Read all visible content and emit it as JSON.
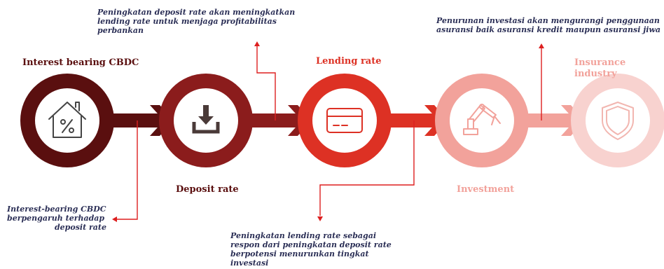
{
  "stages": [
    {
      "id": "cbdc",
      "label": "Interest bearing  CBDC",
      "icon": "house-percent-icon",
      "color": "#5a0f0f",
      "inner": "#ffffff"
    },
    {
      "id": "deposit",
      "label": "Deposit rate",
      "icon": "download-icon",
      "color": "#8b1c1c",
      "inner": "#ffffff"
    },
    {
      "id": "lending",
      "label": "Lending rate",
      "icon": "credit-card-icon",
      "color": "#dd3124",
      "inner": "#ffffff"
    },
    {
      "id": "investment",
      "label": "Investment",
      "icon": "robot-arm-icon",
      "color": "#f2a29b",
      "inner": "#ffffff"
    },
    {
      "id": "insurance",
      "label": "Insurance industry",
      "icon": "shield-icon",
      "color": "#f8d2cf",
      "inner": "#ffffff"
    }
  ],
  "label_colors": {
    "cbdc": "#5a0f0f",
    "deposit": "#5a0f0f",
    "lending": "#dd3124",
    "investment": "#f2a29b",
    "insurance": "#f2a29b"
  },
  "annotations": {
    "cbdc_to_deposit": [
      "Interest-bearing CBDC",
      "berpengaruh terhadap",
      "deposit rate"
    ],
    "deposit_to_lending": [
      "Peningkatan deposit rate akan meningkatkan",
      "lending rate untuk menjaga profitabilitas",
      "perbankan"
    ],
    "lending_to_investment": [
      "Peningkatan lending rate sebagai",
      "respon dari peningkatan deposit rate",
      "berpotensi menurunkan tingkat",
      "investasi"
    ],
    "investment_to_insurance": [
      "Penurunan investasi akan mengurangi penggunaan",
      "asuransi baik asuransi kredit maupun asuransi jiwa"
    ]
  },
  "colors": {
    "arrow_red": "#dd1f1f",
    "note_text": "#2b2f56"
  }
}
